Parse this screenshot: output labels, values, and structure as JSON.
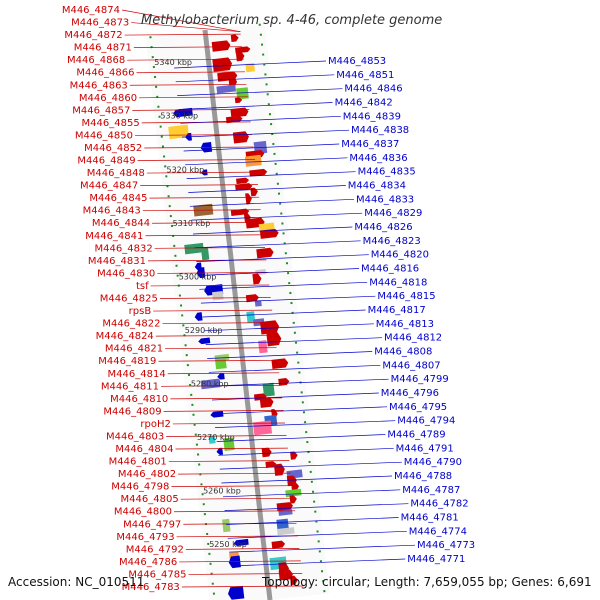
{
  "title": "Methylobacterium sp. 4-46, complete genome",
  "footer": {
    "accession": "Accession: NC_010511",
    "summary": "Topology: circular; Length: 7,659,055 bp; Genes: 6,691"
  },
  "colors": {
    "reverse_strand": "#cc0000",
    "forward_strand": "#0000cc",
    "backbone": "#999999",
    "tick_dots": "#228b22"
  },
  "scale_labels": [
    "5340 kbp",
    "5330 kbp",
    "5320 kbp",
    "5310 kbp",
    "5300 kbp",
    "5290 kbp",
    "5280 kbp",
    "5270 kbp",
    "5260 kbp",
    "5250 kbp"
  ],
  "left_labels": [
    "M446_4874",
    "M446_4873",
    "M446_4872",
    "M446_4871",
    "M446_4868",
    "M446_4866",
    "M446_4863",
    "M446_4860",
    "M446_4857",
    "M446_4855",
    "M446_4850",
    "M446_4852",
    "M446_4849",
    "M446_4848",
    "M446_4847",
    "M446_4845",
    "M446_4843",
    "M446_4844",
    "M446_4841",
    "M446_4832",
    "M446_4831",
    "M446_4830",
    "tsf",
    "M446_4825",
    "rpsB",
    "M446_4822",
    "M446_4824",
    "M446_4821",
    "M446_4819",
    "M446_4814",
    "M446_4811",
    "M446_4810",
    "M446_4809",
    "rpoH2",
    "M446_4803",
    "M446_4804",
    "M446_4801",
    "M446_4802",
    "M446_4798",
    "M446_4805",
    "M446_4800",
    "M446_4797",
    "M446_4793",
    "M446_4792",
    "M446_4786",
    "M446_4785",
    "M446_4783"
  ],
  "right_labels": [
    "M446_4853",
    "M446_4851",
    "M446_4846",
    "M446_4842",
    "M446_4839",
    "M446_4838",
    "M446_4837",
    "M446_4836",
    "M446_4835",
    "M446_4834",
    "M446_4833",
    "M446_4829",
    "M446_4826",
    "M446_4823",
    "M446_4820",
    "M446_4816",
    "M446_4818",
    "M446_4815",
    "M446_4817",
    "M446_4813",
    "M446_4812",
    "M446_4808",
    "M446_4807",
    "M446_4799",
    "M446_4796",
    "M446_4795",
    "M446_4794",
    "M446_4789",
    "M446_4791",
    "M446_4790",
    "M446_4788",
    "M446_4787",
    "M446_4782",
    "M446_4781",
    "M446_4774",
    "M446_4773",
    "M446_4771"
  ]
}
